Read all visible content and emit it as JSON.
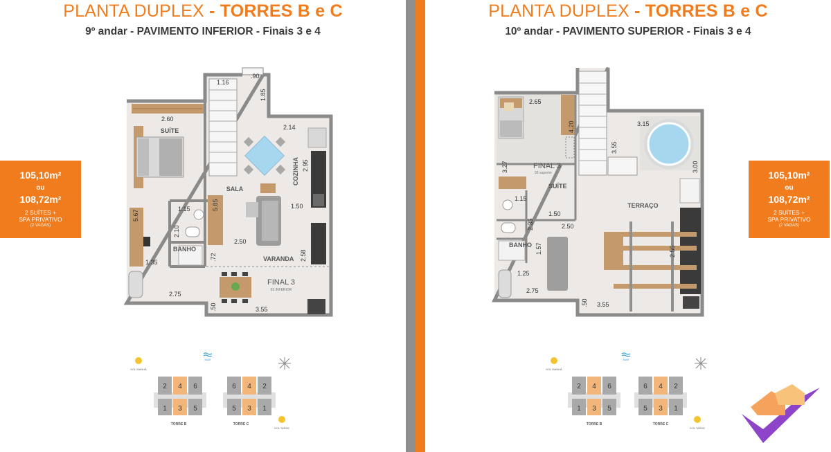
{
  "left": {
    "title_light": "PLANTA DUPLEX",
    "title_bold": " - TORRES B e C",
    "subtitle": "9º andar - PAVIMENTO INFERIOR - Finais 3 e 4",
    "area": {
      "a1": "105,10m²",
      "a2": "ou",
      "a3": "108,72m²",
      "a4": "2 SUÍTES +",
      "a5": "SPA PRIVATIVO",
      "a6": "(2 VAGAS)"
    },
    "rooms": {
      "suite": "SUÍTE",
      "sala": "SALA",
      "cozinha": "COZINHA",
      "banho": "BANHO",
      "varanda": "VARANDA",
      "final": "FINAL 3",
      "final_sub": "93 INFERIOR"
    },
    "dims": {
      "d090": ".90",
      "d116": "1.16",
      "d185": "1.85",
      "d260": "2.60",
      "d214": "2.14",
      "d295": "2.95",
      "d115": "1.15",
      "d585": "5.85",
      "d150": "1.50",
      "d567": "5.67",
      "d210": "2.10",
      "d250": "2.50",
      "d135": "1.35",
      "d072": ".72",
      "d258": "2.58",
      "d275": "2.75",
      "d050": ".50",
      "d355": "3.55"
    },
    "key": {
      "sol_manha": "SOL MANHÃ",
      "mar": "MAR",
      "sol_tarde": "SOL TARDE",
      "torre_b": "TORRE B",
      "torre_c": "TORRE C",
      "b": {
        "n2": "2",
        "n4": "4",
        "n6": "6",
        "n1": "1",
        "n3": "3",
        "n5": "5"
      },
      "c": {
        "n6": "6",
        "n4": "4",
        "n2": "2",
        "n5": "5",
        "n3": "3",
        "n1": "1"
      }
    }
  },
  "right": {
    "title_light": "PLANTA DUPLEX",
    "title_bold": " - TORRES B e C",
    "subtitle": "10º andar - PAVIMENTO SUPERIOR - Finais 3 e 4",
    "area": {
      "a1": "105,10m²",
      "a2": "ou",
      "a3": "108,72m²",
      "a4": "2 SUÍTES +",
      "a5": "SPA PRIVATIVO",
      "a6": "(2 VAGAS)"
    },
    "rooms": {
      "final": "FINAL 3",
      "final_sub": "93 superior",
      "suite": "SUÍTE",
      "terraco": "TERRAÇO",
      "banho": "BANHO"
    },
    "dims": {
      "d265": "2.65",
      "d420": "4.20",
      "d315": "3.15",
      "d355a": "3.55",
      "d327": "3.27",
      "d300": "3.00",
      "d115": "1.15",
      "d150": "1.50",
      "d235": "2.35",
      "d250": "2.50",
      "d157": "1.57",
      "d256": "2.56",
      "d125": "1.25",
      "d275": "2.75",
      "d050": ".50",
      "d355": "3.55"
    },
    "key": {
      "sol_manha": "SOL MANHÃ",
      "mar": "MAR",
      "sol_tarde": "SOL TARDE",
      "torre_b": "TORRE B",
      "torre_c": "TORRE C",
      "b": {
        "n2": "2",
        "n4": "4",
        "n6": "6",
        "n1": "1",
        "n3": "3",
        "n5": "5"
      },
      "c": {
        "n6": "6",
        "n4": "4",
        "n2": "2",
        "n5": "5",
        "n3": "3",
        "n1": "1"
      }
    }
  },
  "colors": {
    "accent": "#f07c1e",
    "gray_divider": "#8f8f8f",
    "floor": "#ece9e6",
    "wall": "#8a8a8a",
    "wood": "#c49a6c",
    "highlight_unit": "#f3b67a",
    "other_unit": "#a9a9a9"
  }
}
